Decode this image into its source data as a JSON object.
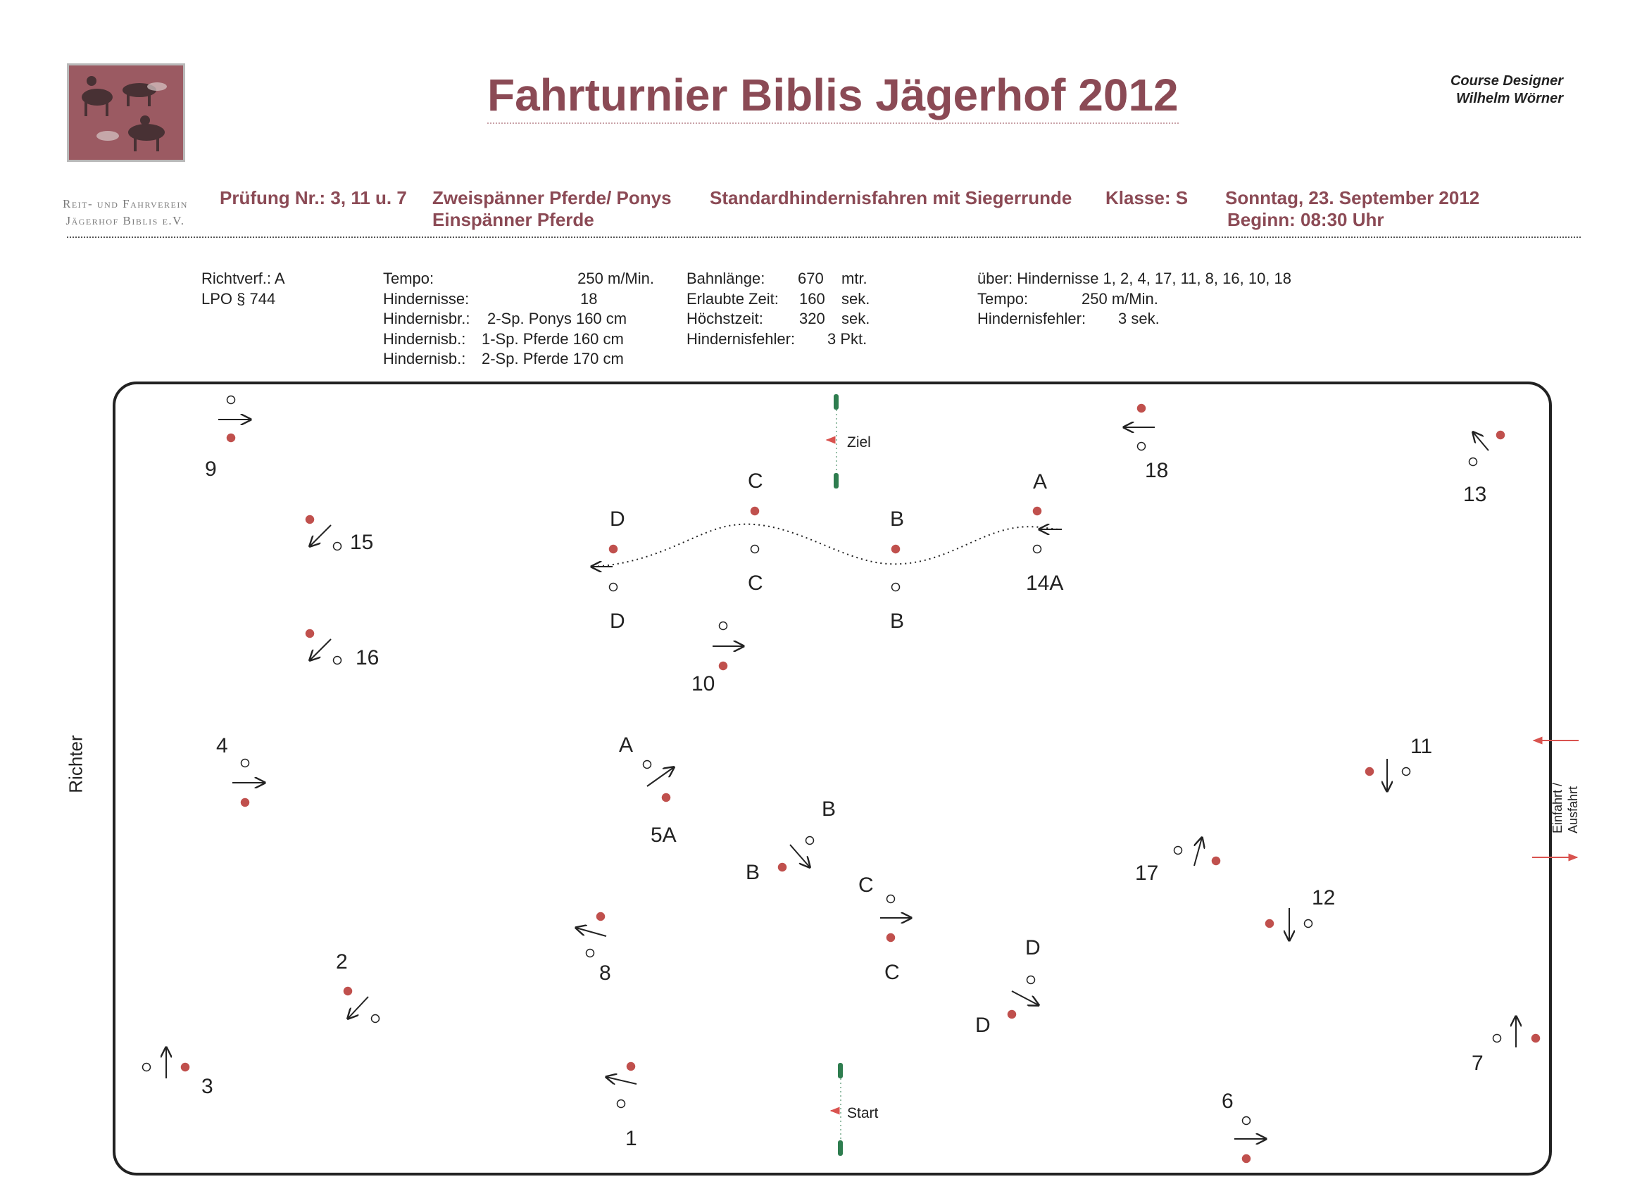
{
  "header": {
    "title": "Fahrturnier Biblis Jägerhof 2012",
    "designer_line1": "Course Designer",
    "designer_line2": "Wilhelm Wörner",
    "org_line1": "Reit- und Fahrverein",
    "org_line2": "Jägerhof Biblis e.V.",
    "pruefung": "Prüfung Nr.: 3, 11 u. 7",
    "klasse_a": "Zweispänner Pferde/ Ponys",
    "klasse_b": "Einspänner Pferde",
    "art": "Standardhindernisfahren mit Siegerrunde",
    "klasse": "Klasse: S",
    "datum": "Sonntag, 23. September 2012",
    "beginn": "Beginn: 08:30 Uhr"
  },
  "info": {
    "richtverf": "Richtverf.: A",
    "lpo": "LPO § 744",
    "col2": [
      {
        "label": "Tempo:",
        "value": "250 m/Min."
      },
      {
        "label": "Hindernisse:",
        "value": "18"
      },
      {
        "label": "Hindernisbr.:",
        "value": "2-Sp. Ponys 160 cm"
      },
      {
        "label": "Hindernisb.:",
        "value": "1-Sp. Pferde 160 cm"
      },
      {
        "label": "Hindernisb.:",
        "value": "2-Sp. Pferde 170 cm"
      }
    ],
    "col3": [
      {
        "label": "Bahnlänge:",
        "value": "670",
        "unit": "mtr."
      },
      {
        "label": "Erlaubte Zeit:",
        "value": "160",
        "unit": "sek."
      },
      {
        "label": "Höchstzeit:",
        "value": "320",
        "unit": "sek."
      },
      {
        "label": "Hindernisfehler:",
        "value": "3 Pkt.",
        "unit": ""
      }
    ],
    "col4_line1": "über: Hindernisse 1, 2, 4, 17, 11, 8, 16, 10, 18",
    "col4": [
      {
        "label": "Tempo:",
        "value": "250  m/Min."
      },
      {
        "label": "Hindernisfehler:",
        "value": "3 sek."
      }
    ]
  },
  "course": {
    "ziel_label": "Ziel",
    "start_label": "Start",
    "richter_label": "Richter",
    "einfahrt_label": "Einfahrt /",
    "ausfahrt_label": "Ausfahrt",
    "colors": {
      "red_cone": "#c0504d",
      "arrow_red": "#d9534f",
      "flag_green": "#2e7d4f",
      "title": "#8b4a55"
    },
    "labels": [
      "9",
      "15",
      "16",
      "4",
      "2",
      "3",
      "1",
      "8",
      "10",
      "5A",
      "A",
      "B",
      "B",
      "C",
      "C",
      "D",
      "D",
      "6",
      "17",
      "12",
      "11",
      "7",
      "13",
      "18",
      "14A",
      "A",
      "B",
      "B",
      "C",
      "C",
      "D",
      "D"
    ]
  }
}
